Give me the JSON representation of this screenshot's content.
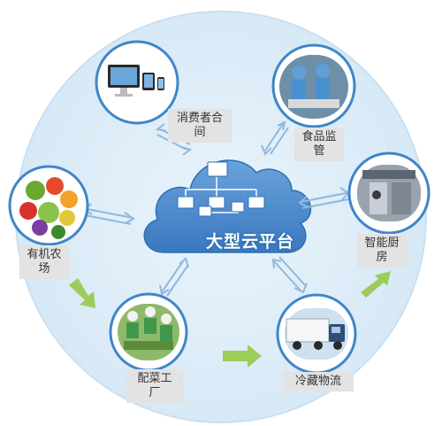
{
  "diagram": {
    "center": {
      "label": "大型云平台",
      "icon": "cloud-network-icon"
    },
    "nodes": [
      {
        "id": "consumer",
        "label": "消费者合\n间",
        "icon": "devices-icon"
      },
      {
        "id": "food-supervision",
        "label": "食品监\n管",
        "icon": "food-inspection-icon"
      },
      {
        "id": "organic-farm",
        "label": "有机农\n场",
        "icon": "vegetables-icon"
      },
      {
        "id": "smart-kitchen",
        "label": "智能厨\n房",
        "icon": "kitchen-icon"
      },
      {
        "id": "food-factory",
        "label": "配菜工\n厂",
        "icon": "factory-workers-icon"
      },
      {
        "id": "cold-chain",
        "label": "冷藏物流",
        "icon": "truck-icon"
      }
    ],
    "flow": [
      "有机农场",
      "配菜工厂",
      "冷藏物流",
      "智能厨房"
    ],
    "colors": {
      "background_circle": "#deedf8",
      "circle_border": "#c9e0f1",
      "cloud": "#4f8ed0",
      "cloud_dark": "#2f6fb3",
      "node_ring": "#3f86c8",
      "two_way_arrow": "#8fb8de",
      "flow_arrow": "#9ccc5a",
      "label_bg": "#e3e3e3"
    }
  }
}
